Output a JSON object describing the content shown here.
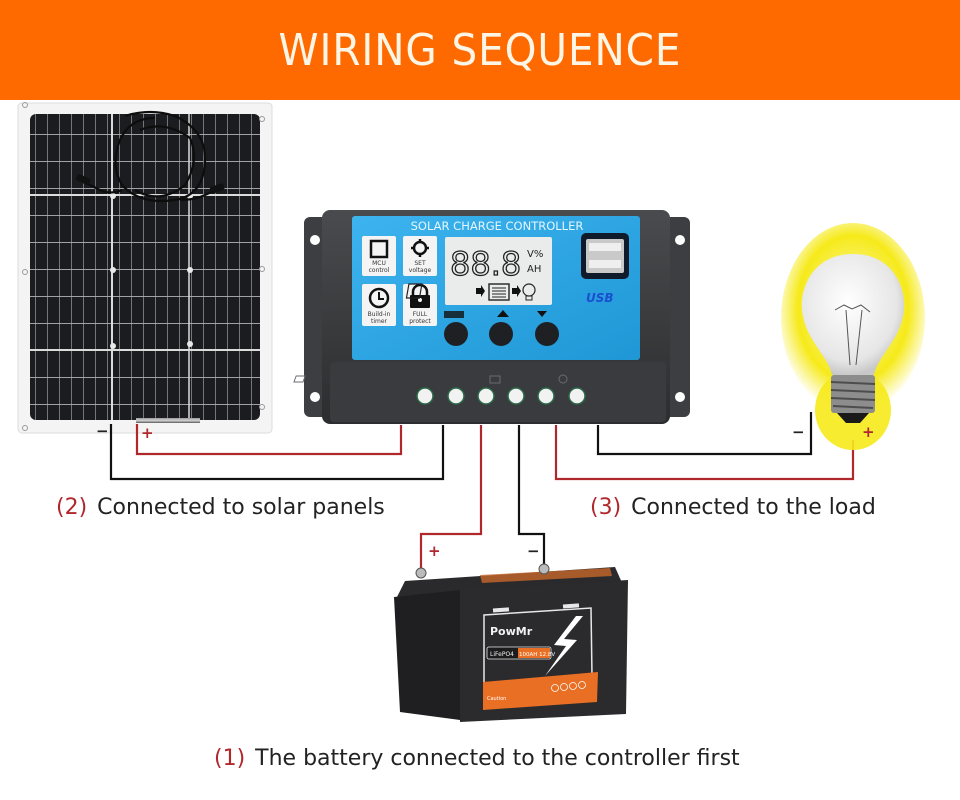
{
  "header": {
    "title": "WIRING SEQUENCE",
    "background_color": "#ff6a00"
  },
  "colors": {
    "positive_wire": "#b0282c",
    "negative_wire": "#111111",
    "controller_face": "#28a8e8",
    "controller_body": "#3a3b3d",
    "bulb_glow": "#f6ea1a"
  },
  "controller": {
    "title": "SOLAR CHARGE CONTROLLER",
    "features": [
      {
        "icon": "chip-icon",
        "label_line1": "MCU",
        "label_line2": "control"
      },
      {
        "icon": "gear-icon",
        "label_line1": "SET",
        "label_line2": "voltage"
      },
      {
        "icon": "clock-icon",
        "label_line1": "Build-in",
        "label_line2": "timer"
      },
      {
        "icon": "lock-icon",
        "label_line1": "FULL",
        "label_line2": "protect"
      }
    ],
    "display": {
      "digits": "88.8",
      "unit_top": "V%",
      "unit_bottom": "AH"
    },
    "usb_label": "USB",
    "terminals": [
      {
        "group": "solar",
        "polarity": "+"
      },
      {
        "group": "solar",
        "polarity": "−"
      },
      {
        "group": "battery",
        "polarity": "+"
      },
      {
        "group": "battery",
        "polarity": "−"
      },
      {
        "group": "load",
        "polarity": "+"
      },
      {
        "group": "load",
        "polarity": "−"
      }
    ]
  },
  "battery": {
    "brand": "PowMr",
    "chemistry": "LiFePO4",
    "rating": "100AH 12.8V",
    "caution": "Caution"
  },
  "polarity_labels": {
    "plus": "+",
    "minus": "−"
  },
  "steps": [
    {
      "number": "(1)",
      "text": "The battery connected to the controller first"
    },
    {
      "number": "(2)",
      "text": "Connected to solar panels"
    },
    {
      "number": "(3)",
      "text": "Connected to the load"
    }
  ]
}
